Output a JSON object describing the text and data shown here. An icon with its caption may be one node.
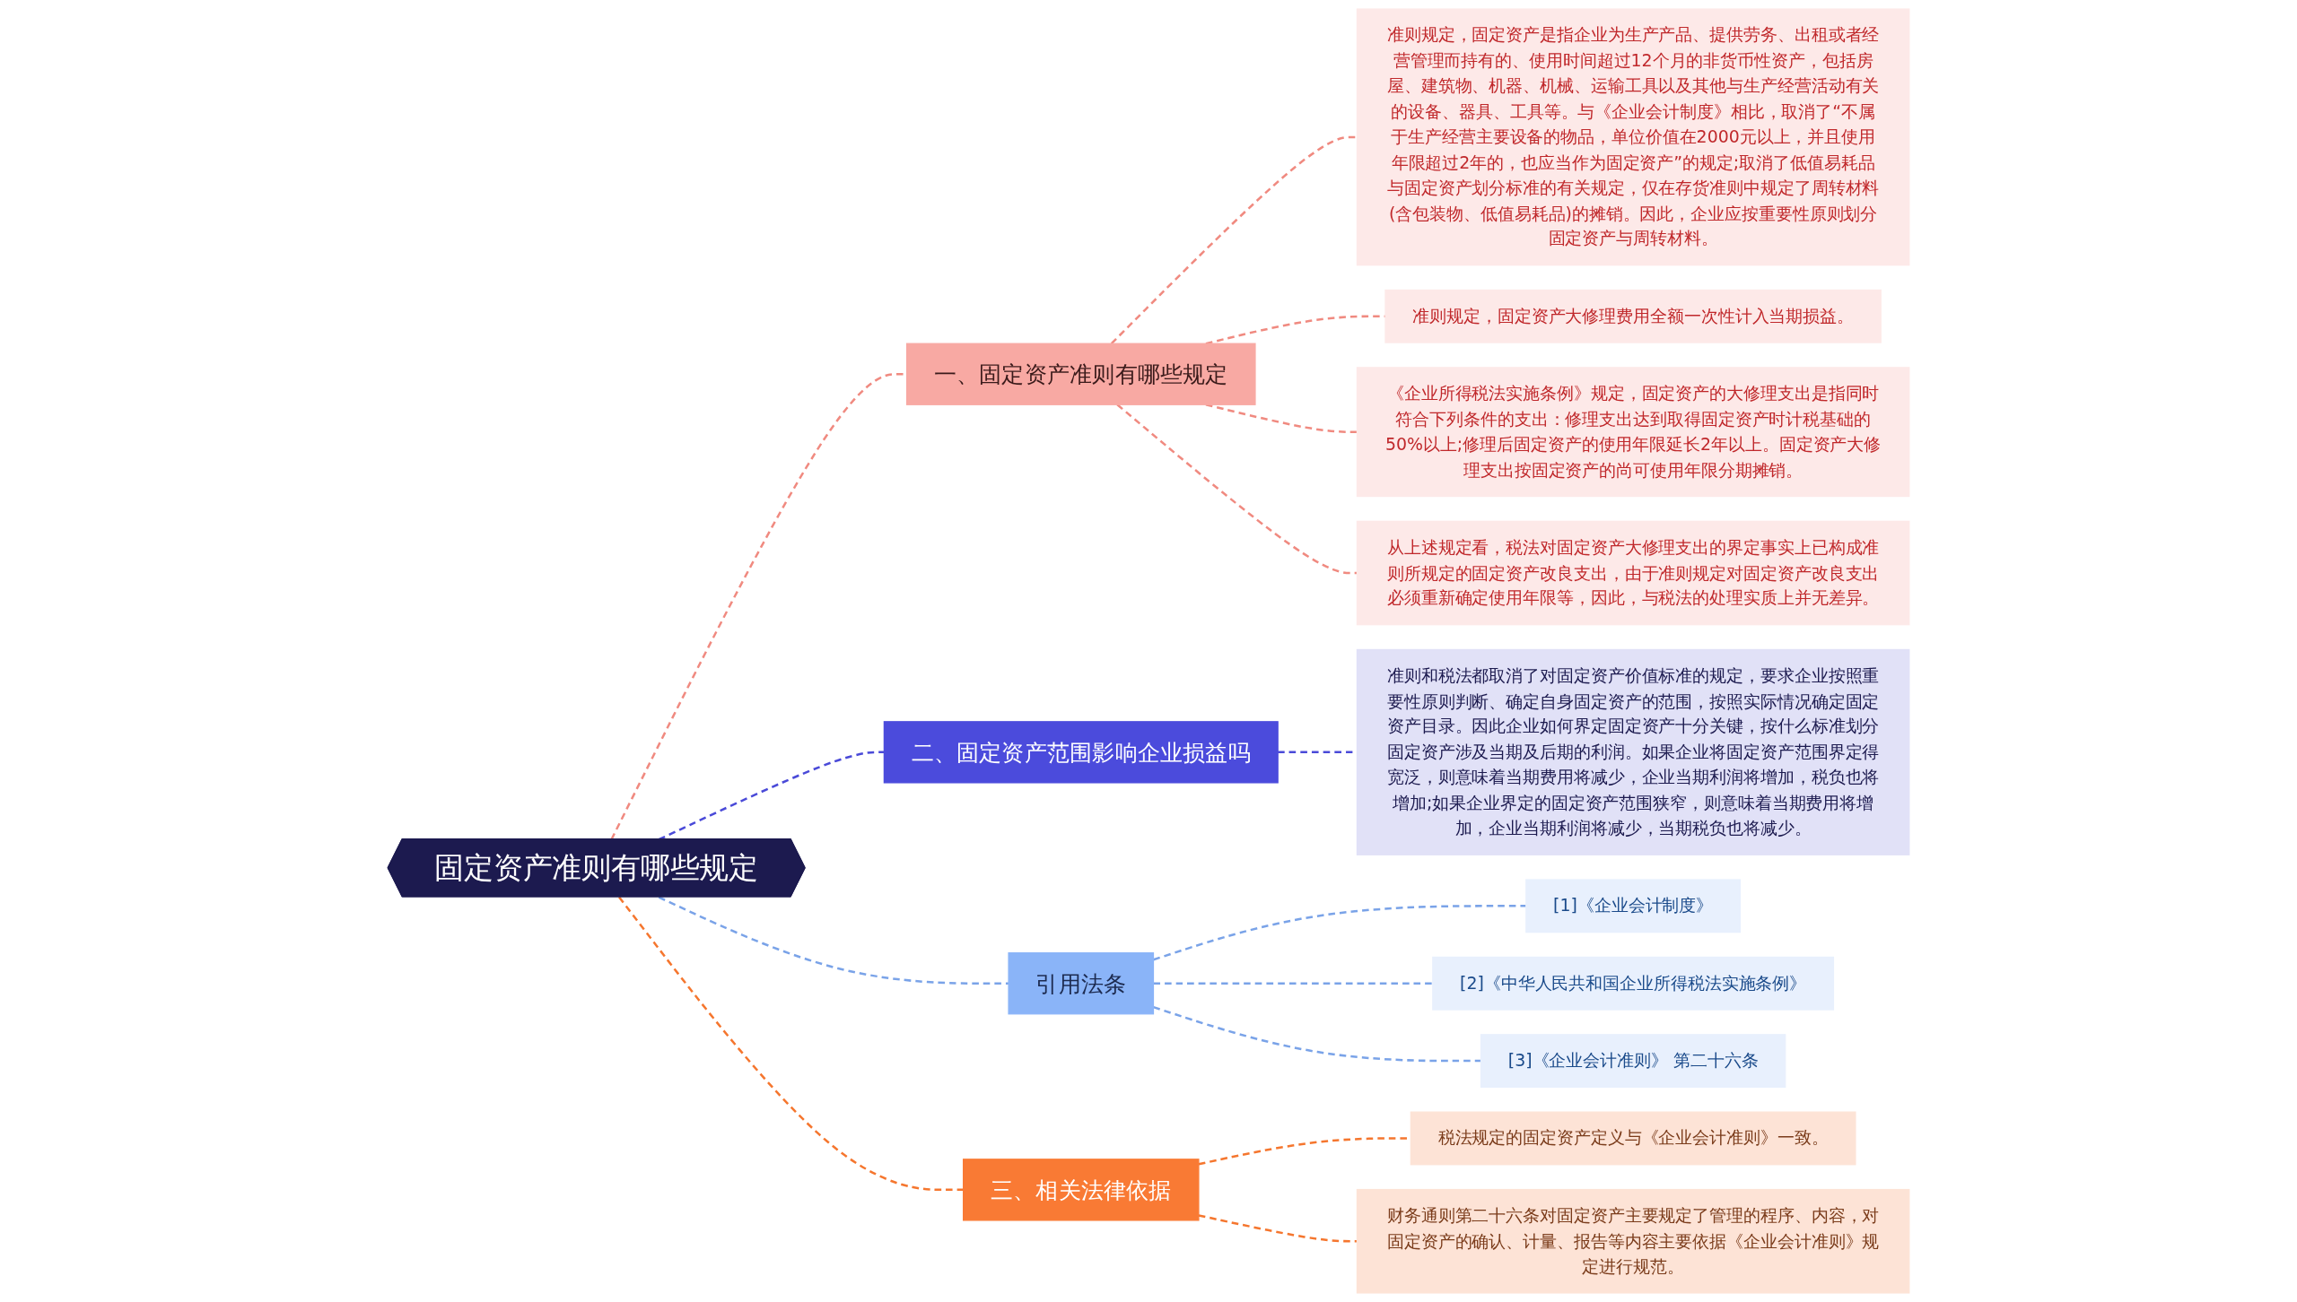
{
  "diagram": {
    "nodes": [
      {
        "text": [
          "固定资产准则有哪些规定"
        ]
      },
      {
        "text": [
          "一、固定资产准则有哪些规定"
        ]
      },
      {
        "text": [
          "准则规定，固定资产是指企业为生产产品、提供劳务、出租或者经营管理而持有的、使用时间超过12个月的非货币性资产，包括房屋、建筑物、机器、机械、运输工具以及其他与生产经营活动有关的设备、器具、工具等。与《企业会计制度》相比，取消了“不属于生产经营主要设备的物品，单位价值在2000元以上，并且使用年限超过2年的，也应当作为固定资产”的规定;取消了低值易耗品与固定资产划分标准的有关规定，仅在存货准则中规定了周转材料(含包装物、低值易耗品)的摊销。因此，企业应按重要性原则划分固定资产与周转材料。"
        ]
      },
      {
        "text": [
          "准则规定，固定资产大修理费用全额一次性计入当期损益。"
        ]
      },
      {
        "text": [
          "《企业所得税法实施条例》规定，固定资产的大修理支出是指同时符合下列条件的支出：修理支出达到取得固定资产时计税基础的50%以上;修理后固定资产的使用年限延长2年以上。固定资产大修理支出按固定资产的尚可使用年限分期摊销。"
        ]
      },
      {
        "text": [
          "从上述规定看，税法对固定资产大修理支出的界定事实上已构成准则所规定的固定资产改良支出，由于准则规定对固定资产改良支出必须重新确定使用年限等，因此，与税法的处理实质上并无差异。"
        ]
      },
      {
        "text": [
          "二、固定资产范围影响企业损益吗"
        ]
      },
      {
        "text": [
          "准则和税法都取消了对固定资产价值标准的规定，要求企业按照重要性原则判断、确定自身固定资产的范围，按照实际情况确定固定资产目录。因此企业如何界定固定资产十分关键，按什么标准划分固定资产涉及当期及后期的利润。如果企业将固定资产范围界定得宽泛，则意味着当期费用将减少，企业当期利润将增加，税负也将增加;如果企业界定的固定资产范围狭窄，则意味着当期费用将增加，企业当期利润将减少，当期税负也将减少。"
        ]
      },
      {
        "text": [
          "引用法条"
        ]
      },
      {
        "text": [
          "[1]《企业会计制度》"
        ]
      },
      {
        "text": [
          "[2]《中华人民共和国企业所得税法实施条例》"
        ]
      },
      {
        "text": [
          "[3]《企业会计准则》 第二十六条"
        ]
      },
      {
        "text": [
          "三、相关法律依据"
        ]
      },
      {
        "text": [
          "税法规定的固定资产定义与《企业会计准则》一致。"
        ]
      },
      {
        "text": [
          "财务通则第二十六条对固定资产主要规定了管理的程序、内容，对固定资产的确认、计量、报告等内容主要依据《企业会计准则》规定进行规范。"
        ]
      }
    ],
    "edges": [
      {
        "from": 0,
        "to": 1,
        "arrow": "none",
        "style": "dashed",
        "color": "#f08a80"
      },
      {
        "from": 1,
        "to": 2,
        "arrow": "none",
        "style": "dashed",
        "color": "#f08a80"
      },
      {
        "from": 1,
        "to": 3,
        "arrow": "none",
        "style": "dashed",
        "color": "#f08a80"
      },
      {
        "from": 1,
        "to": 4,
        "arrow": "none",
        "style": "dashed",
        "color": "#f08a80"
      },
      {
        "from": 1,
        "to": 5,
        "arrow": "none",
        "style": "dashed",
        "color": "#f08a80"
      },
      {
        "from": 0,
        "to": 6,
        "arrow": "none",
        "style": "dashed",
        "color": "#4a4ad8"
      },
      {
        "from": 6,
        "to": 7,
        "arrow": "none",
        "style": "dashed",
        "color": "#4a4ad8"
      },
      {
        "from": 0,
        "to": 8,
        "arrow": "none",
        "style": "dashed",
        "color": "#7aa3e8"
      },
      {
        "from": 8,
        "to": 9,
        "arrow": "none",
        "style": "dashed",
        "color": "#7aa3e8"
      },
      {
        "from": 8,
        "to": 10,
        "arrow": "none",
        "style": "dashed",
        "color": "#7aa3e8"
      },
      {
        "from": 8,
        "to": 11,
        "arrow": "none",
        "style": "dashed",
        "color": "#7aa3e8"
      },
      {
        "from": 0,
        "to": 12,
        "arrow": "none",
        "style": "dashed",
        "color": "#f5762e"
      },
      {
        "from": 12,
        "to": 13,
        "arrow": "none",
        "style": "dashed",
        "color": "#f5762e"
      },
      {
        "from": 12,
        "to": 14,
        "arrow": "none",
        "style": "dashed",
        "color": "#f5762e"
      }
    ]
  }
}
